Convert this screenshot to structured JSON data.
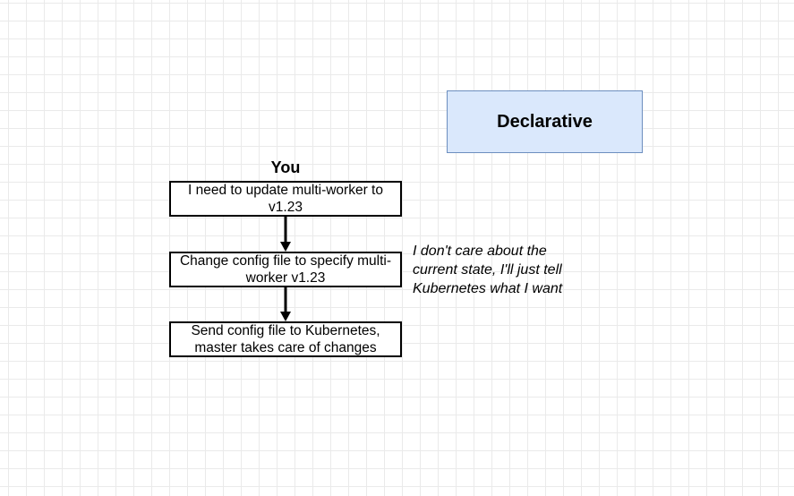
{
  "diagram": {
    "title": "Declarative",
    "actor": "You",
    "steps": [
      {
        "text": "I need to update multi-worker to v1.23"
      },
      {
        "text": "Change config file to specify multi-worker v1.23"
      },
      {
        "text": "Send config file to Kubernetes, master takes care of changes"
      }
    ],
    "annotation": "I don't care about the\ncurrent state, I'll just tell\nKubernetes what I want",
    "colors": {
      "title_fill": "#dae8fc",
      "title_border": "#6c8ebf",
      "step_border": "#000000",
      "arrow": "#000000"
    }
  }
}
